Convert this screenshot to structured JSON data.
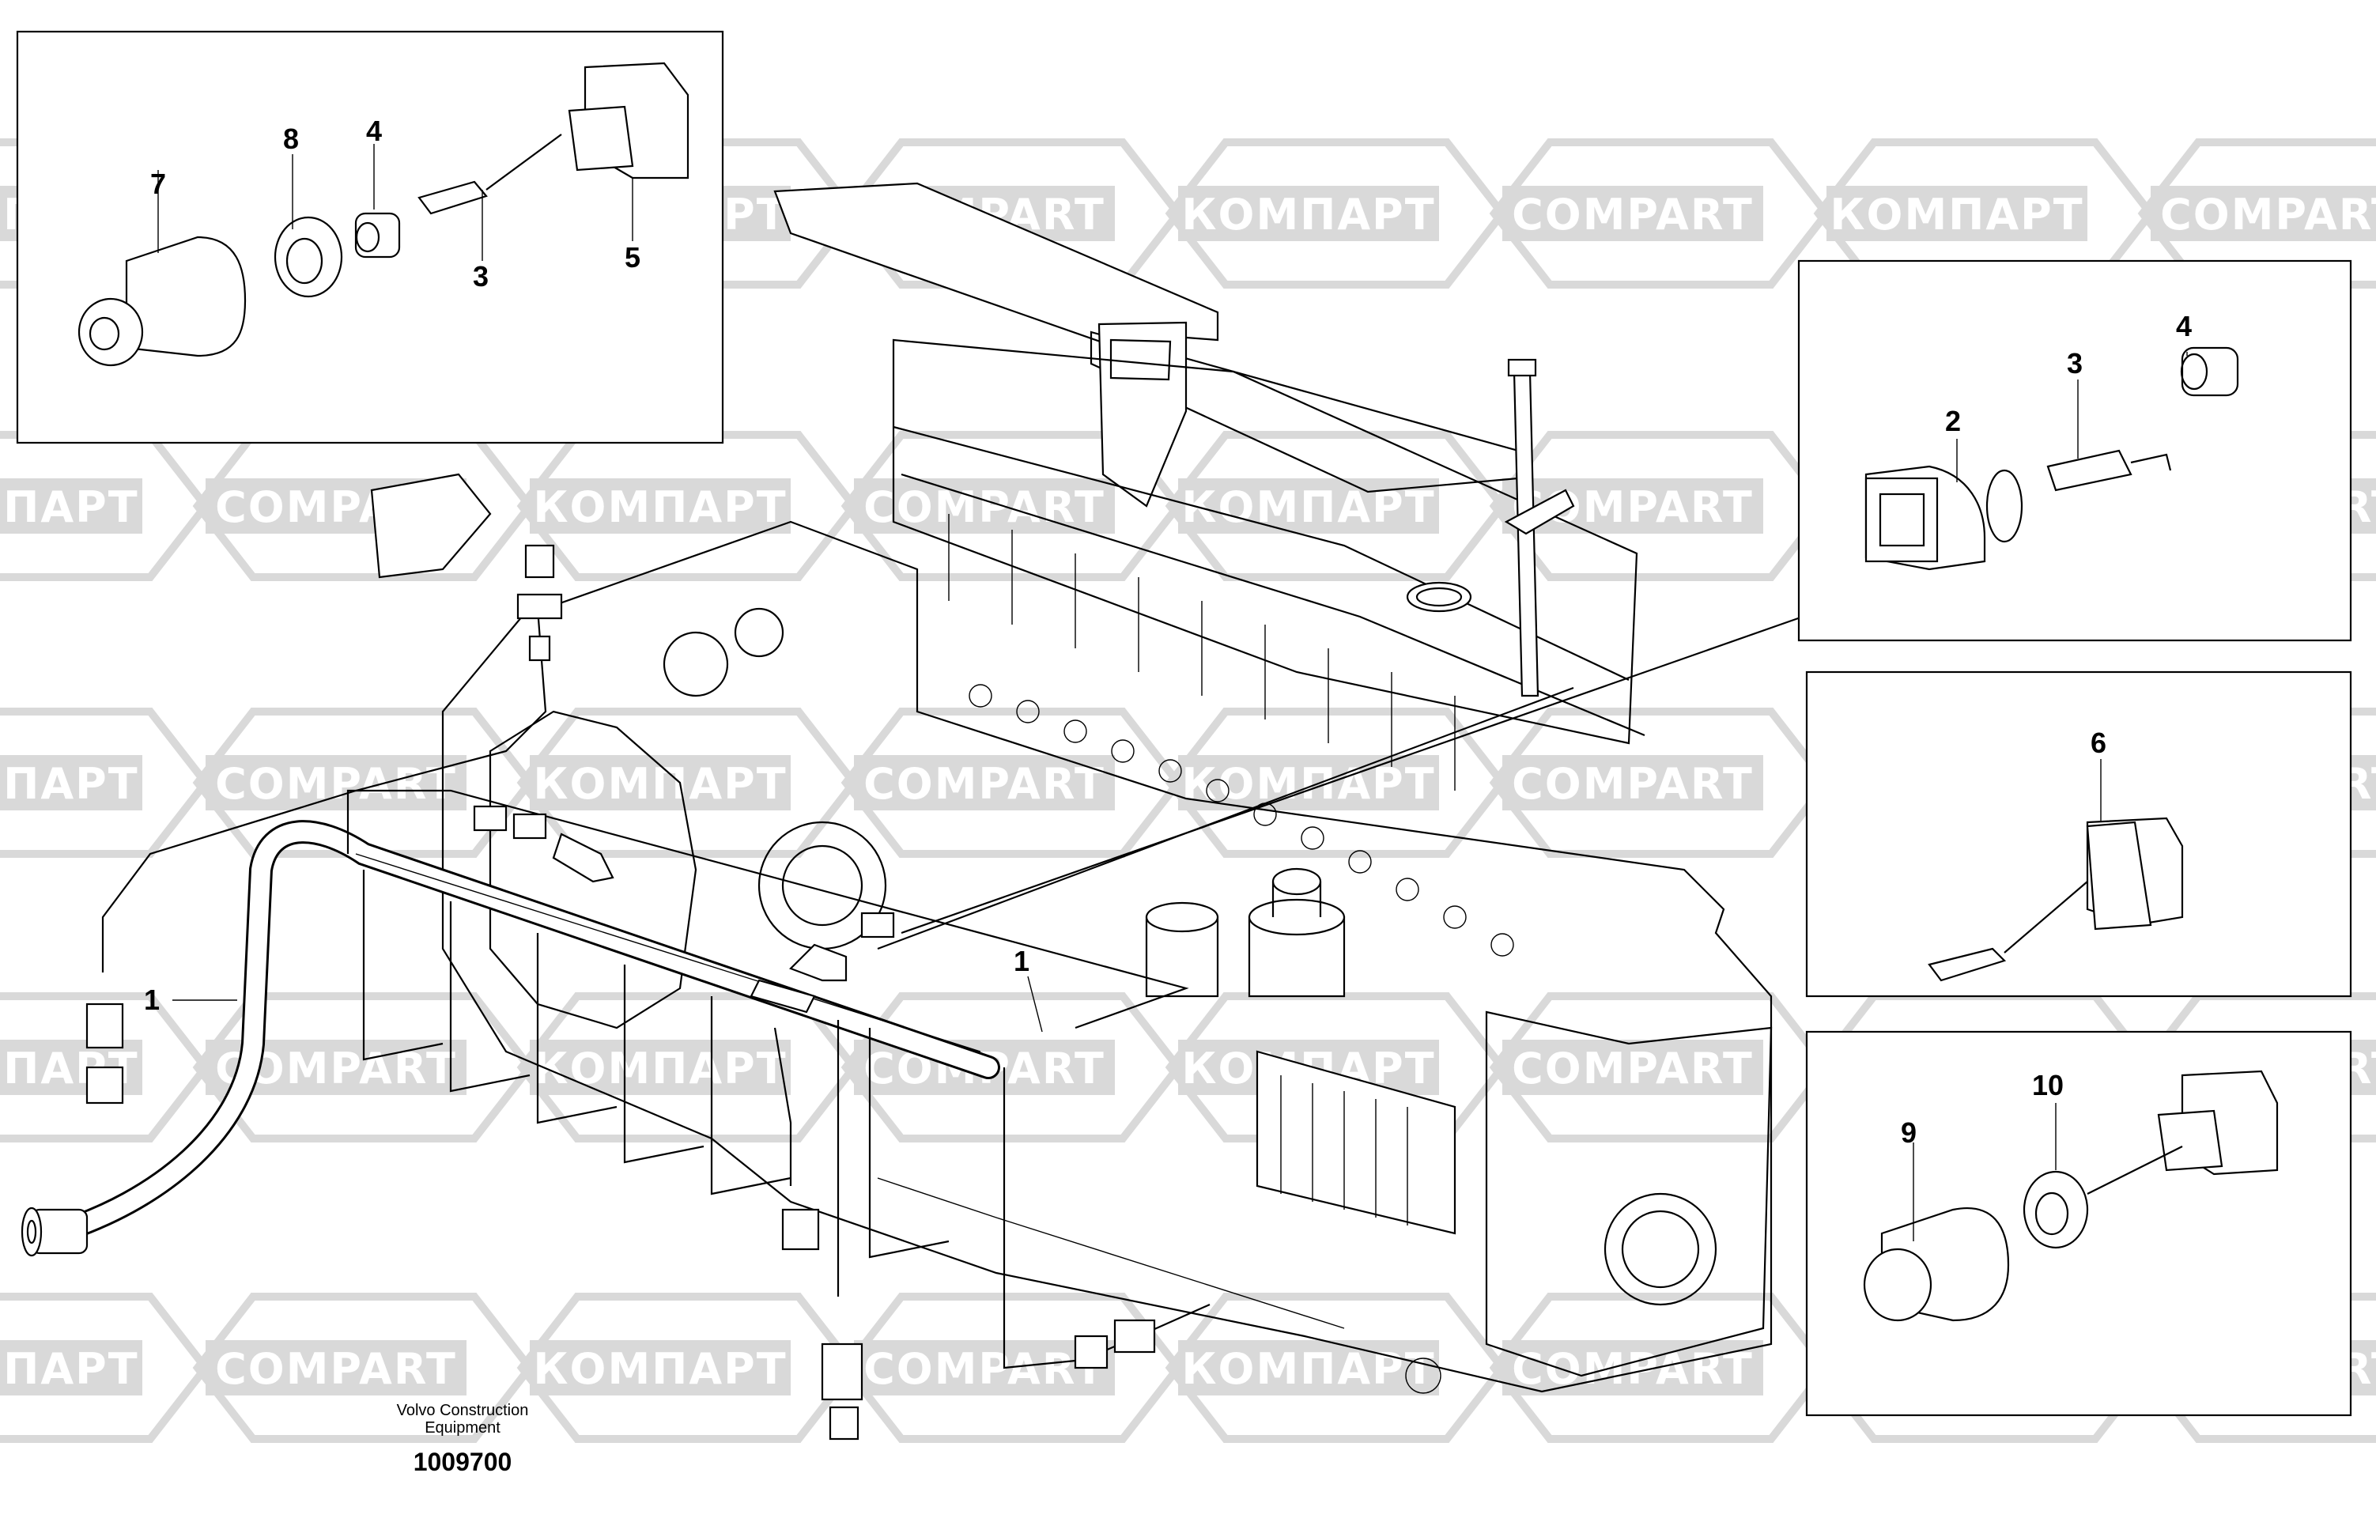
{
  "watermarks": {
    "latin": "COMPART",
    "cyrillic": "КОМПАРТ",
    "color": "#d9d9d9"
  },
  "callouts": {
    "inset_top_left": [
      "7",
      "8",
      "4",
      "3",
      "5"
    ],
    "inset_right_1": [
      "2",
      "3",
      "4"
    ],
    "inset_right_2": [
      "6"
    ],
    "inset_right_3": [
      "9",
      "10"
    ],
    "main_harness_left": "1",
    "main_harness_center": "1"
  },
  "caption": {
    "line1": "Volvo Construction",
    "line2": "Equipment",
    "drawing_number": "1009700"
  }
}
